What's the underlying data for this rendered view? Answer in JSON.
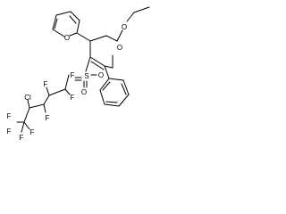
{
  "molecule": {
    "atoms": [
      {
        "key": "o_ring",
        "symbol": "O"
      },
      {
        "key": "o_ether",
        "symbol": "O"
      },
      {
        "key": "o_furan",
        "symbol": "O"
      },
      {
        "key": "s",
        "symbol": "S"
      },
      {
        "key": "o_s1",
        "symbol": "O"
      },
      {
        "key": "o_s2",
        "symbol": "O"
      },
      {
        "key": "cl",
        "symbol": "Cl"
      },
      {
        "key": "f1",
        "symbol": "F"
      },
      {
        "key": "f2",
        "symbol": "F"
      },
      {
        "key": "f3",
        "symbol": "F"
      },
      {
        "key": "f4",
        "symbol": "F"
      },
      {
        "key": "f5",
        "symbol": "F"
      },
      {
        "key": "f6",
        "symbol": "F"
      },
      {
        "key": "f7",
        "symbol": "F"
      },
      {
        "key": "f8",
        "symbol": "F"
      }
    ]
  }
}
